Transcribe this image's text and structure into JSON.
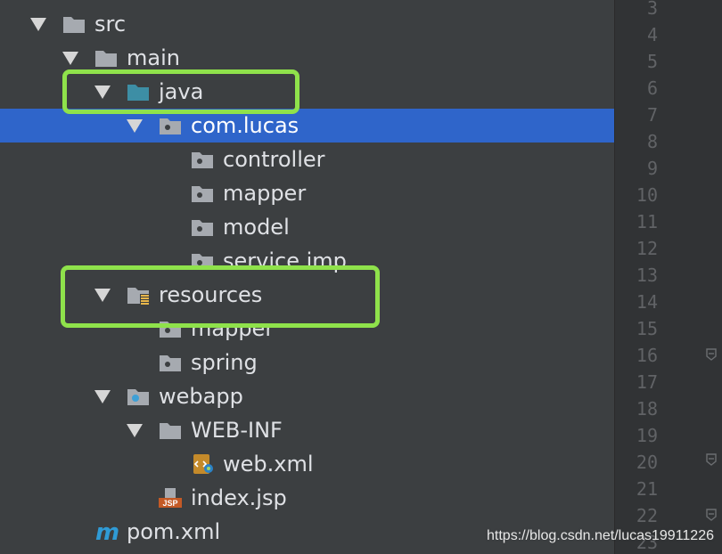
{
  "project_tree": {
    "nodes": [
      {
        "label": "src",
        "icon": "folder-icon",
        "expanded": true
      },
      {
        "label": "main",
        "icon": "folder-icon",
        "expanded": true
      },
      {
        "label": "java",
        "icon": "source-root-folder-icon",
        "expanded": true
      },
      {
        "label": "com.lucas",
        "icon": "package-icon",
        "expanded": true,
        "selected": true
      },
      {
        "label": "controller",
        "icon": "package-icon"
      },
      {
        "label": "mapper",
        "icon": "package-icon"
      },
      {
        "label": "model",
        "icon": "package-icon"
      },
      {
        "label": "service.imp",
        "icon": "package-icon"
      },
      {
        "label": "resources",
        "icon": "resources-root-folder-icon",
        "expanded": true
      },
      {
        "label": "mapper",
        "icon": "package-icon"
      },
      {
        "label": "spring",
        "icon": "package-icon"
      },
      {
        "label": "webapp",
        "icon": "web-folder-icon",
        "expanded": true
      },
      {
        "label": "WEB-INF",
        "icon": "folder-icon",
        "expanded": true
      },
      {
        "label": "web.xml",
        "icon": "xml-file-icon"
      },
      {
        "label": "index.jsp",
        "icon": "jsp-file-icon"
      },
      {
        "label": "pom.xml",
        "icon": "maven-pom-icon"
      }
    ]
  },
  "editor_gutter": {
    "line_numbers": [
      "3",
      "4",
      "5",
      "6",
      "7",
      "8",
      "9",
      "10",
      "11",
      "12",
      "13",
      "14",
      "15",
      "16",
      "17",
      "18",
      "19",
      "20",
      "21",
      "22",
      "23"
    ]
  },
  "colors": {
    "selection": "#2f65ca",
    "highlight_box": "#8fe24b",
    "background": "#3c3f41"
  },
  "watermark": "https://blog.csdn.net/lucas19911226"
}
